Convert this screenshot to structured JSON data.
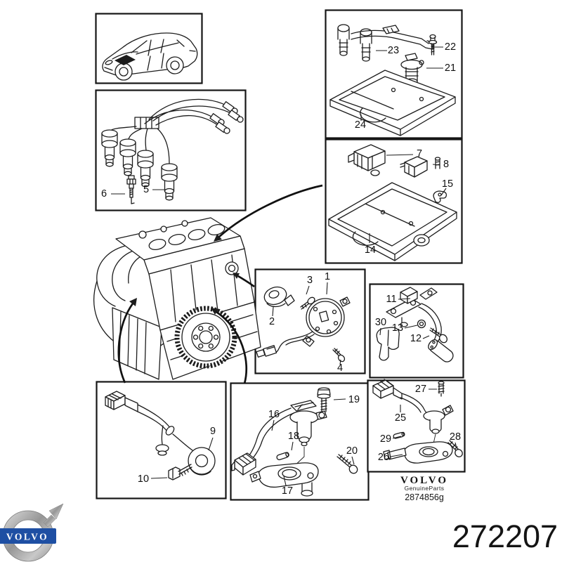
{
  "colors": {
    "line": "#1c1c1c",
    "logo_blue": "#1e4fa3",
    "paper": "#ffffff"
  },
  "logo": {
    "wordmark": "VOLVO"
  },
  "stamp": {
    "brand": "VOLVO",
    "subtitle": "GenuineParts",
    "code": "2874856g"
  },
  "footer": {
    "part_number": "272207"
  },
  "panels": {
    "wires": {
      "l5": "5",
      "l6": "6"
    },
    "coils": {
      "l21": "21",
      "l22": "22",
      "l23": "23",
      "l24": "24"
    },
    "cover": {
      "l7": "7",
      "l8": "8",
      "l14": "14",
      "l15": "15"
    },
    "cam_reset": {
      "l1": "1",
      "l2": "2",
      "l3": "3",
      "l4": "4"
    },
    "bracket": {
      "l11": "11",
      "l12": "12",
      "l13": "13",
      "l30": "30"
    },
    "knock": {
      "l9": "9",
      "l10": "10"
    },
    "cam_sensor": {
      "l16": "16",
      "l17": "17",
      "l18": "18",
      "l19": "19",
      "l20": "20"
    },
    "crank_sensor": {
      "l25": "25",
      "l26": "26",
      "l27": "27",
      "l28": "28",
      "l29": "29"
    }
  }
}
